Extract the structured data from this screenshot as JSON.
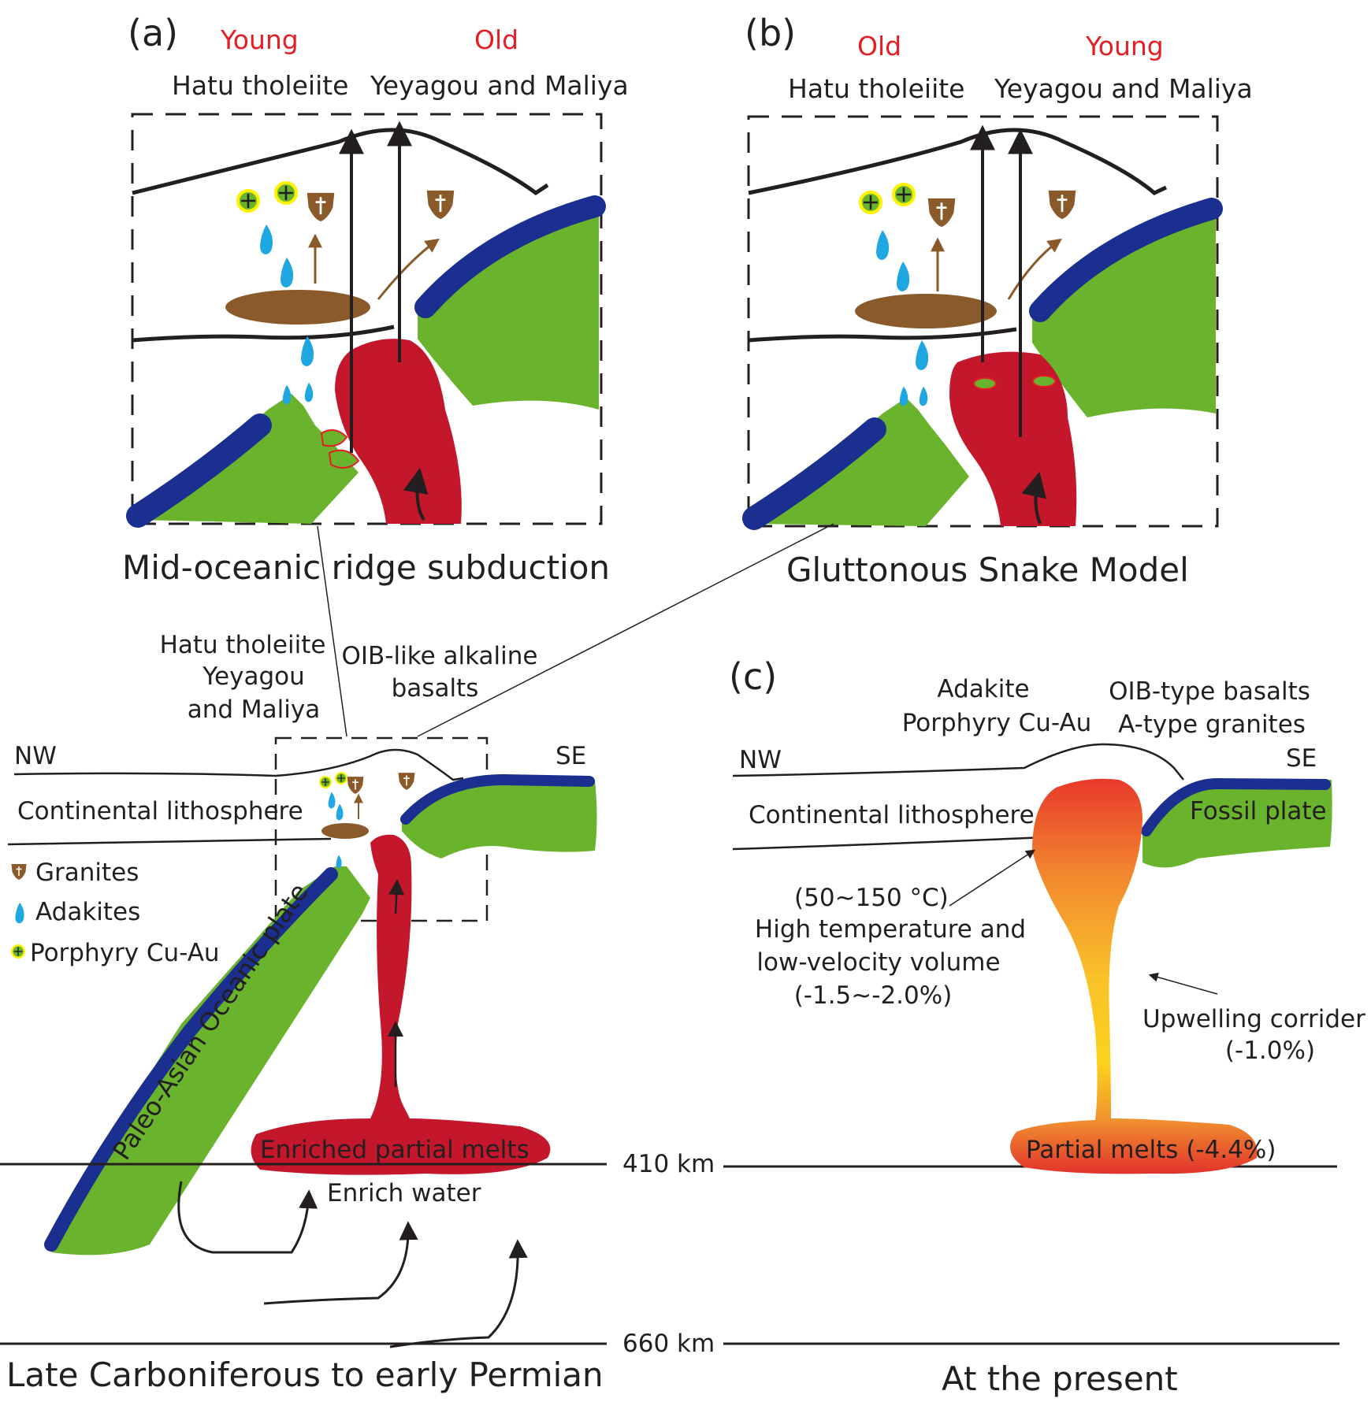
{
  "panels": {
    "a": {
      "tag": "(a)",
      "age_left": "Young",
      "age_right": "Old",
      "unit_left": "Hatu tholeiite",
      "unit_right": "Yeyagou and Maliya",
      "caption": "Mid-oceanic  ridge  subduction"
    },
    "b": {
      "tag": "(b)",
      "age_left": "Old",
      "age_right": "Young",
      "unit_left": "Hatu tholeiite",
      "unit_right": "Yeyagou and Maliya",
      "caption": "Gluttonous  Snake  Model"
    },
    "c": {
      "tag": "(c)"
    }
  },
  "lower_left": {
    "label_units_1": "Hatu tholeiite",
    "label_units_2": "Yeyagou",
    "label_units_3": "and Maliya",
    "label_oib_1": "OIB-like alkaline",
    "label_oib_2": "basalts",
    "nw": "NW",
    "se": "SE",
    "continental": "Continental lithosphere",
    "plate": "Paleo-Asian Oceanic plate",
    "melts": "Enriched partial melts",
    "water": "Enrich  water",
    "caption": "Late Carboniferous to early Permian"
  },
  "legend": {
    "granites": "Granites",
    "adakites": "Adakites",
    "porphyry": "Porphyry Cu-Au"
  },
  "depths": {
    "d410": "410 km",
    "d660": "660 km"
  },
  "lower_right": {
    "adakite_1": "Adakite",
    "adakite_2": "Porphyry Cu-Au",
    "oib_1": "OIB-type basalts",
    "oib_2": "A-type granites",
    "nw": "NW",
    "se": "SE",
    "continental": "Continental lithosphere",
    "fossil": "Fossil plate",
    "temp": "(50~150 °C)",
    "hot_1": "High temperature  and",
    "hot_2": "low-velocity volume",
    "hot_3": "(-1.5~-2.0%)",
    "corridor_1": "Upwelling corrider",
    "corridor_2": "(-1.0%)",
    "melts": "Partial melts  (-4.4%)",
    "caption": "At the present"
  },
  "colors": {
    "plate_green": "#6ab42d",
    "plate_blue": "#1a2f8f",
    "plume_red": "#c4172c",
    "granite_brown": "#8b5a2b",
    "adakite_cyan": "#1ea7e1",
    "age_red": "#e31e24"
  }
}
